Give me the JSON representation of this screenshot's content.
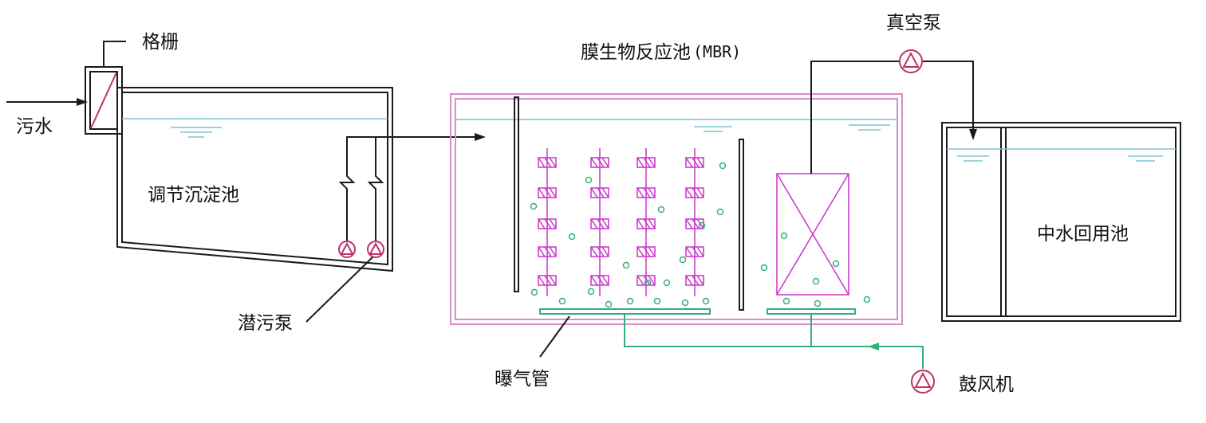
{
  "labels": {
    "inflow": "污水",
    "screen": "格栅",
    "equalization_tank": "调节沉淀池",
    "submersible_pump": "潜污泵",
    "mbr_tank": "膜生物反应池",
    "mbr_abbr": "(MBR)",
    "vacuum_pump": "真空泵",
    "reuse_tank": "中水回用池",
    "aeration_pipe": "曝气管",
    "blower": "鼓风机"
  },
  "colors": {
    "outline": "#1a1a1a",
    "mbr_wall": "#d88fc4",
    "screen_mark": "#c0306a",
    "pump": "#c0306a",
    "membrane": "#cc33cc",
    "water_level": "#7fc4cf",
    "bubble": "#33b07a",
    "air_line": "#33b07a"
  },
  "icons": [
    "screen-icon",
    "pump-icon",
    "membrane-module-icon",
    "bubble-icon",
    "water-level-icon",
    "check-valve-icon",
    "flow-arrow-icon"
  ]
}
